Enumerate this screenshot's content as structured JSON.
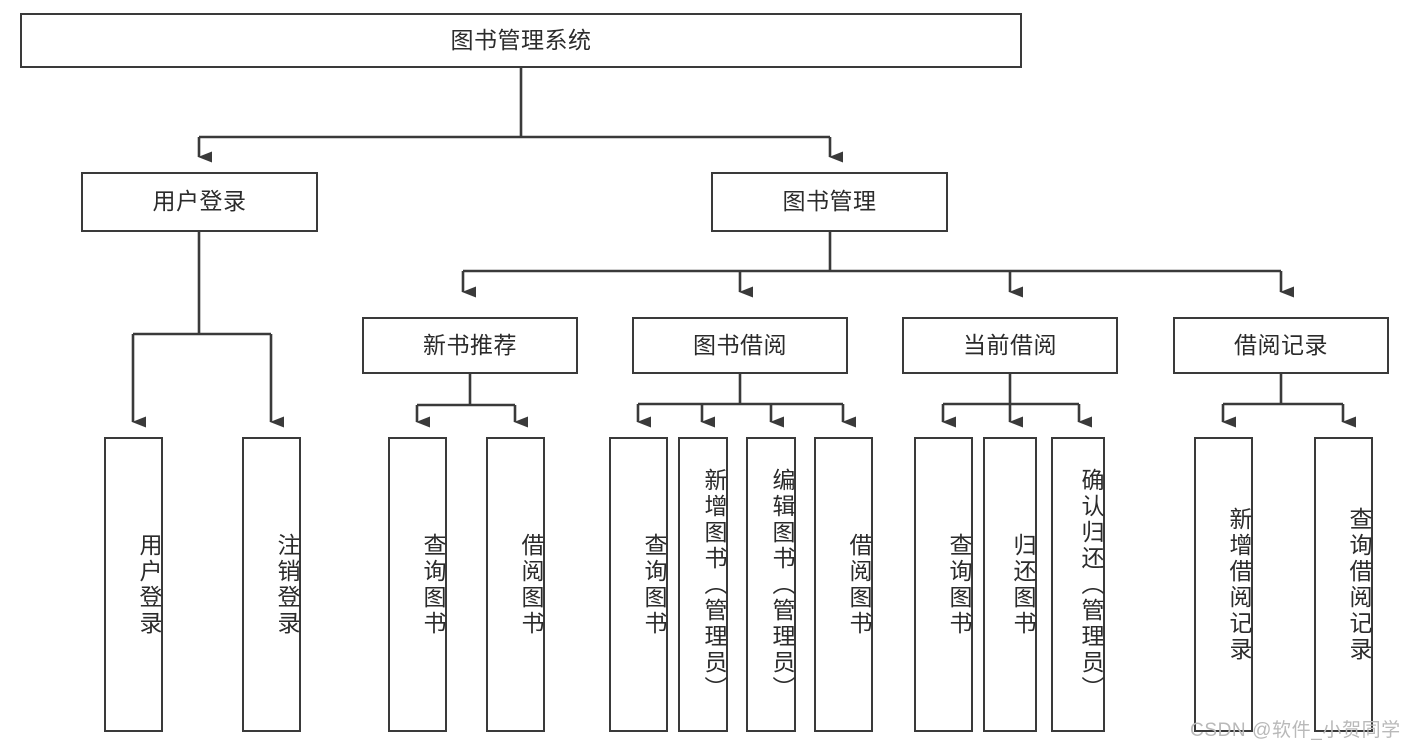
{
  "diagram": {
    "type": "tree-hierarchy",
    "title": "图书管理系统",
    "watermark": "CSDN @软件_小贺同学",
    "colors": {
      "box_border": "#3a3a3a",
      "box_fill": "#ffffff",
      "connector": "#3a3a3a",
      "text": "#2b2b2b",
      "watermark": "#b9b9b9",
      "background": "#ffffff"
    },
    "nodes": {
      "root": {
        "label": "图书管理系统"
      },
      "level2": [
        {
          "id": "user-login",
          "label": "用户登录"
        },
        {
          "id": "book-management",
          "label": "图书管理"
        }
      ],
      "level3": [
        {
          "id": "new-book-recommend",
          "label": "新书推荐"
        },
        {
          "id": "book-borrow",
          "label": "图书借阅"
        },
        {
          "id": "current-borrow",
          "label": "当前借阅"
        },
        {
          "id": "borrow-record",
          "label": "借阅记录"
        }
      ],
      "leaves": {
        "user-login": [
          {
            "id": "leaf-user-login",
            "label": "用户登录"
          },
          {
            "id": "leaf-user-logout",
            "label": "注销登录"
          }
        ],
        "new-book-recommend": [
          {
            "id": "leaf-query-book-1",
            "label": "查询图书"
          },
          {
            "id": "leaf-borrow-book-1",
            "label": "借阅图书"
          }
        ],
        "book-borrow": [
          {
            "id": "leaf-query-book-2",
            "label": "查询图书"
          },
          {
            "id": "leaf-add-book",
            "label": "新增图书（管理员）"
          },
          {
            "id": "leaf-edit-book",
            "label": "编辑图书（管理员）"
          },
          {
            "id": "leaf-borrow-book-2",
            "label": "借阅图书"
          }
        ],
        "current-borrow": [
          {
            "id": "leaf-query-book-3",
            "label": "查询图书"
          },
          {
            "id": "leaf-return-book",
            "label": "归还图书"
          },
          {
            "id": "leaf-confirm-return",
            "label": "确认归还（管理员）"
          }
        ],
        "borrow-record": [
          {
            "id": "leaf-add-record",
            "label": "新增借阅记录"
          },
          {
            "id": "leaf-query-record",
            "label": "查询借阅记录"
          }
        ]
      }
    }
  }
}
